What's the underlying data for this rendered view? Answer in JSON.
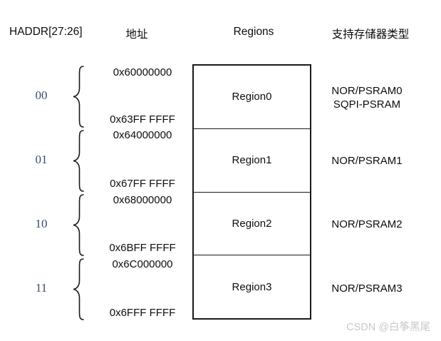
{
  "diagram": {
    "columns": {
      "haddr": "HADDR[27:26]",
      "address": "地址",
      "regions": "Regions",
      "memory_type": "支持存储器类型"
    },
    "rows": [
      {
        "bits": "00",
        "addr_start": "0x60000000",
        "addr_end": "0x63FF FFFF",
        "region": "Region0",
        "memory_line1": "NOR/PSRAM0",
        "memory_line2": "SQPI-PSRAM"
      },
      {
        "bits": "01",
        "addr_start": "0x64000000",
        "addr_end": "0x67FF FFFF",
        "region": "Region1",
        "memory_line1": "NOR/PSRAM1"
      },
      {
        "bits": "10",
        "addr_start": "0x68000000",
        "addr_end": "0x6BFF FFFF",
        "region": "Region2",
        "memory_line1": "NOR/PSRAM2"
      },
      {
        "bits": "11",
        "addr_start": "0x6C000000",
        "addr_end": "0x6FFF FFFF",
        "region": "Region3",
        "memory_line1": "NOR/PSRAM3"
      }
    ],
    "icons": {
      "brace": "left-curly-brace"
    },
    "colors": {
      "text": "#0d0d0d",
      "bits": "#3d4a66",
      "line": "#1a1a1a",
      "watermark": "#c8c8c8",
      "background": "#ffffff"
    },
    "watermark": "CSDN @白筝黑尾"
  }
}
